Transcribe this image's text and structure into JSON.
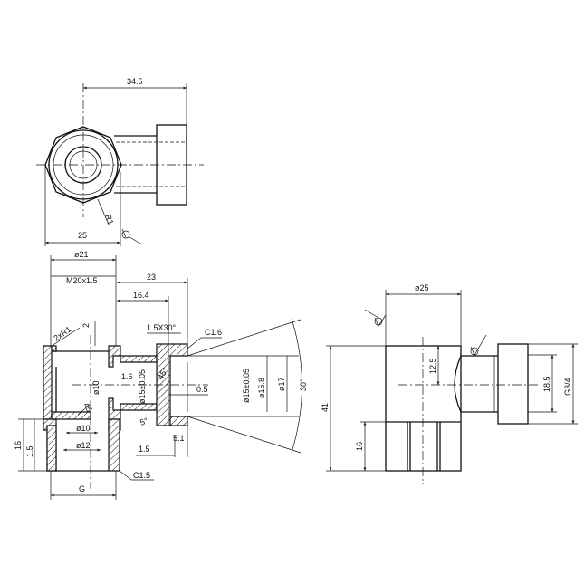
{
  "top_view": {
    "dim_length": "34.5",
    "dim_width": "25",
    "radius": "R1"
  },
  "section_view": {
    "dim_outer_dia": "ø21",
    "dim_thread": "M20x1.5",
    "dim_23": "23",
    "dim_16_4": "16.4",
    "fillet": "2xR1",
    "dim_2": "2",
    "chamfer_top": "1.5X30°",
    "chamfer_c16": "C1.6",
    "dim_1_6": "1.6",
    "dim_bore10": "ø10",
    "dim_15_inner": "ø15±0.05",
    "dim_45": "45°",
    "dim_0_5": "0.5",
    "dim_15_outer": "ø15±0.05",
    "dim_15_8": "ø15.8",
    "dim_17": "ø17",
    "angle_30": "30°",
    "angle_5": "5°",
    "dim_5_1": "5.1",
    "dim_1_5": "1.5",
    "angle_45_small": "45",
    "dim_10": "ø10",
    "dim_12": "ø12",
    "chamfer_c15": "C1.5",
    "thread_g": "G",
    "dim_16": "16",
    "dim_1_5_left": "1.5"
  },
  "side_view": {
    "dim_dia25": "ø25",
    "dim_41": "41",
    "dim_16": "16",
    "dim_12_5": "12.5",
    "dim_18_5": "18.5",
    "dim_g34": "G3/4"
  }
}
